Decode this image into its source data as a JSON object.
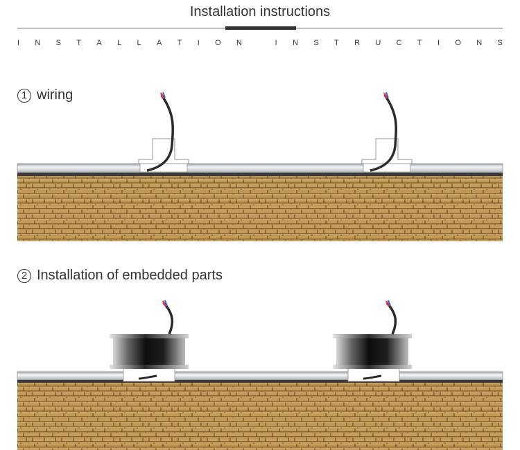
{
  "header": {
    "title": "Installation instructions",
    "subtitle_letters": [
      "I",
      "N",
      "S",
      "T",
      "A",
      "L",
      "L",
      "A",
      "T",
      "I",
      "O",
      "N",
      "",
      "I",
      "N",
      "S",
      "T",
      "R",
      "U",
      "C",
      "T",
      "I",
      "O",
      "N",
      "S"
    ]
  },
  "steps": [
    {
      "number": "1",
      "label": "wiring"
    },
    {
      "number": "2",
      "label": "Installation of embedded parts"
    }
  ],
  "colors": {
    "text": "#333333",
    "ground": "#c49a57",
    "ground_dark": "#6e4c1f",
    "pipe": "#c9cdd2",
    "cable": "#2a2a2a",
    "cable_red": "#e2343f",
    "cable_blue": "#2f6fd6"
  }
}
